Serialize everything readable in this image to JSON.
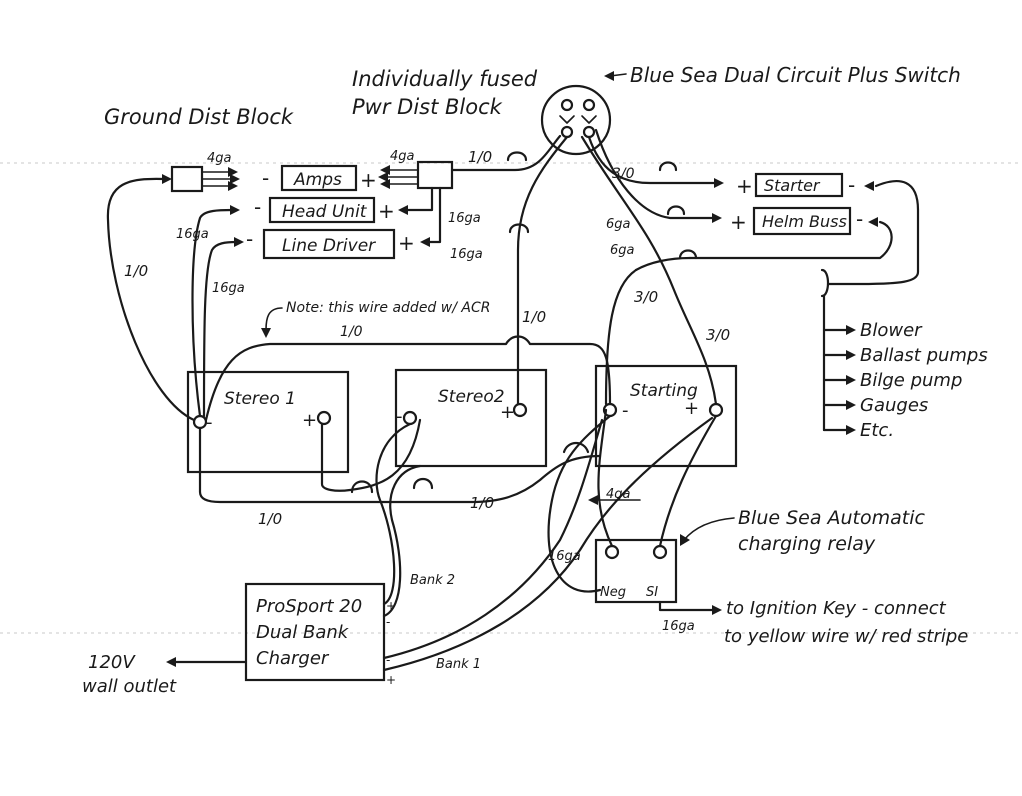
{
  "titles": {
    "switch": "Blue Sea Dual Circuit Plus Switch",
    "pwr_line1": "Individually fused",
    "pwr_line2": "Pwr Dist Block",
    "ground": "Ground Dist Block",
    "acr_line1": "Blue Sea Automatic",
    "acr_line2": "charging relay",
    "note": "Note: this wire added w/ ACR"
  },
  "components": {
    "amps": "Amps",
    "head_unit": "Head Unit",
    "line_driver": "Line Driver",
    "starter": "Starter",
    "helm_buss": "Helm Buss",
    "stereo1": "Stereo 1",
    "stereo2": "Stereo2",
    "starting": "Starting",
    "charger_line1": "ProSport 20",
    "charger_line2": "Dual Bank",
    "charger_line3": "Charger",
    "acr_neg": "Neg",
    "acr_si": "SI"
  },
  "loads": [
    "Blower",
    "Ballast pumps",
    "Bilge pump",
    "Gauges",
    "Etc."
  ],
  "wire_labels": {
    "g4ga_left": "4ga",
    "g4ga_right": "4ga",
    "w1_0_top": "1/0",
    "w16ga_head": "16ga",
    "w16ga_line": "16ga",
    "w16ga_left_a": "16ga",
    "w16ga_left_b": "16ga",
    "w1_0_leftloop": "1/0",
    "w3_0_starter": "3/0",
    "w6ga_a": "6ga",
    "w6ga_b": "6ga",
    "w3_0_mid": "3/0",
    "w3_0_right": "3/0",
    "w1_0_center": "1/0",
    "w1_0_note": "1/0",
    "w1_0_bottom_mid": "1/0",
    "w1_0_bottom_left": "1/0",
    "w4ga_acr": "4ga",
    "w16ga_acr": "16ga",
    "w16ga_si": "16ga",
    "bank1": "Bank 1",
    "bank2": "Bank 2"
  },
  "signs": {
    "minus": "-",
    "plus": "+"
  },
  "outlet_line1": "120V",
  "outlet_line2": "wall outlet",
  "ignition_line1": "to Ignition Key - connect",
  "ignition_line2": "to yellow wire w/ red stripe"
}
